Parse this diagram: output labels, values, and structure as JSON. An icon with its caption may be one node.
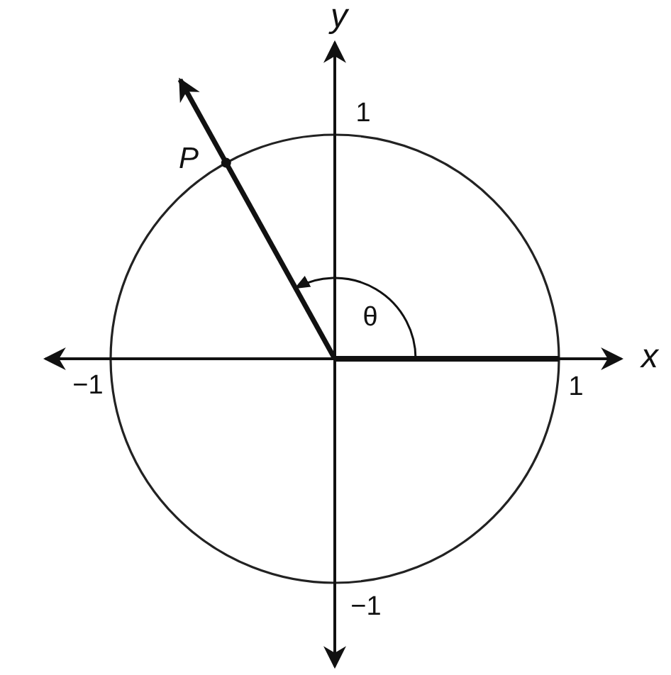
{
  "diagram": {
    "labels": [
      "y",
      "1",
      "P",
      "θ",
      "x",
      "−1",
      "1",
      "−1"
    ]
  }
}
